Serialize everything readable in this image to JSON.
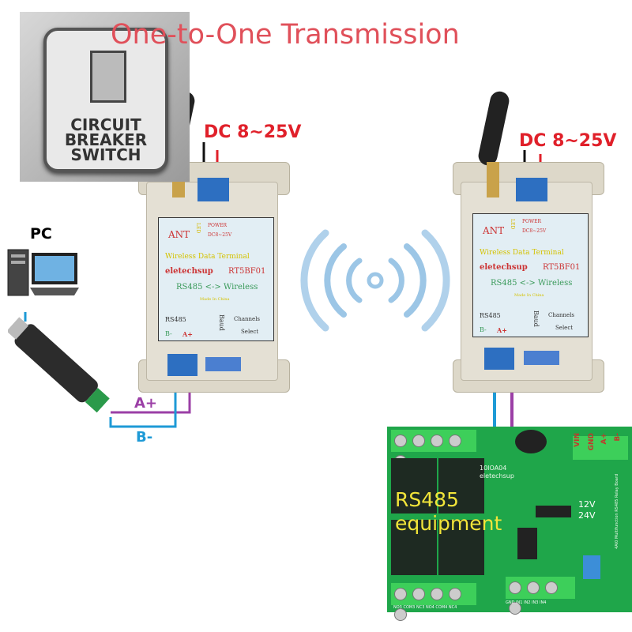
{
  "title": "One-to-One Transmission",
  "logo": {
    "text": [
      "CIRCUIT",
      "BREAKER",
      "SWITCH"
    ]
  },
  "pc_label": "PC",
  "wires": {
    "a_plus": "A+",
    "b_minus": "B-"
  },
  "colors": {
    "title": "#e0505a",
    "dc": "#e0202a",
    "a_plus": "#9b3fa6",
    "b_minus": "#1e9ad6",
    "board": "#1fa64a"
  },
  "modules": [
    {
      "power_label": "DC 8~25V",
      "ant": "ANT",
      "led": "LED",
      "power": "POWER",
      "power_range": "DC8~25V",
      "line1": "Wireless Data Terminal",
      "brand": "eletechsup",
      "model": "RT5BF01",
      "line3": "RS485 <-> Wireless",
      "made": "Made In China",
      "rs485": "RS485",
      "b": "B-",
      "a": "A+",
      "baud": "Baud",
      "channels": "Channels",
      "select": "Select"
    },
    {
      "power_label": "DC 8~25V",
      "ant": "ANT",
      "led": "LED",
      "power": "POWER",
      "power_range": "DC8~25V",
      "line1": "Wireless Data Terminal",
      "brand": "eletechsup",
      "model": "RT5BF01",
      "line3": "RS485 <-> Wireless",
      "made": "Made In China",
      "rs485": "RS485",
      "b": "B-",
      "a": "A+",
      "baud": "Baud",
      "channels": "Channels",
      "select": "Select"
    }
  ],
  "board": {
    "label1": "RS485",
    "label2": "equipment",
    "model": "10IOA04",
    "brand": "eletechsup",
    "v12": "12V",
    "v24": "24V",
    "pins": [
      "VIN",
      "GND",
      "A+",
      "B-"
    ],
    "side": "4AI0 Multifunction RS485 Relay Board",
    "bottom_left": "NO3 COM3 NC3 NO4 COM4 NC4",
    "bottom_right": "GND IN1 IN2 IN3 IN4"
  }
}
